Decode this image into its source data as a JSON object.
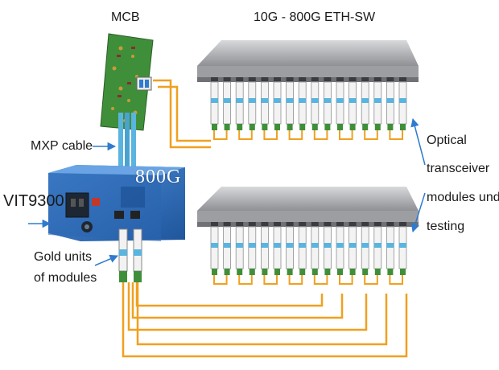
{
  "labels": {
    "mcb": "MCB",
    "eth_switch": "10G - 800G ETH-SW",
    "mxp_cable": "MXP cable",
    "vit9300": "VIT9300",
    "gold_units_line1": "Gold units",
    "gold_units_line2": "of modules",
    "optical_line1": "Optical",
    "optical_line2": "transceiver",
    "optical_line3": "modules under",
    "optical_line4": "testing",
    "watermark": "800G"
  },
  "colors": {
    "fiber": "#f0a020",
    "mxp_cable": "#5ab4e0",
    "pcb": "#3f8f3a",
    "chassis": "#2f6fc0",
    "switch_body": "#b4b6b9",
    "arrow": "#2e7bcf"
  },
  "icons": {
    "arrow": "arrow-icon",
    "fan": "fan-icon",
    "power_socket": "power-socket-icon"
  }
}
